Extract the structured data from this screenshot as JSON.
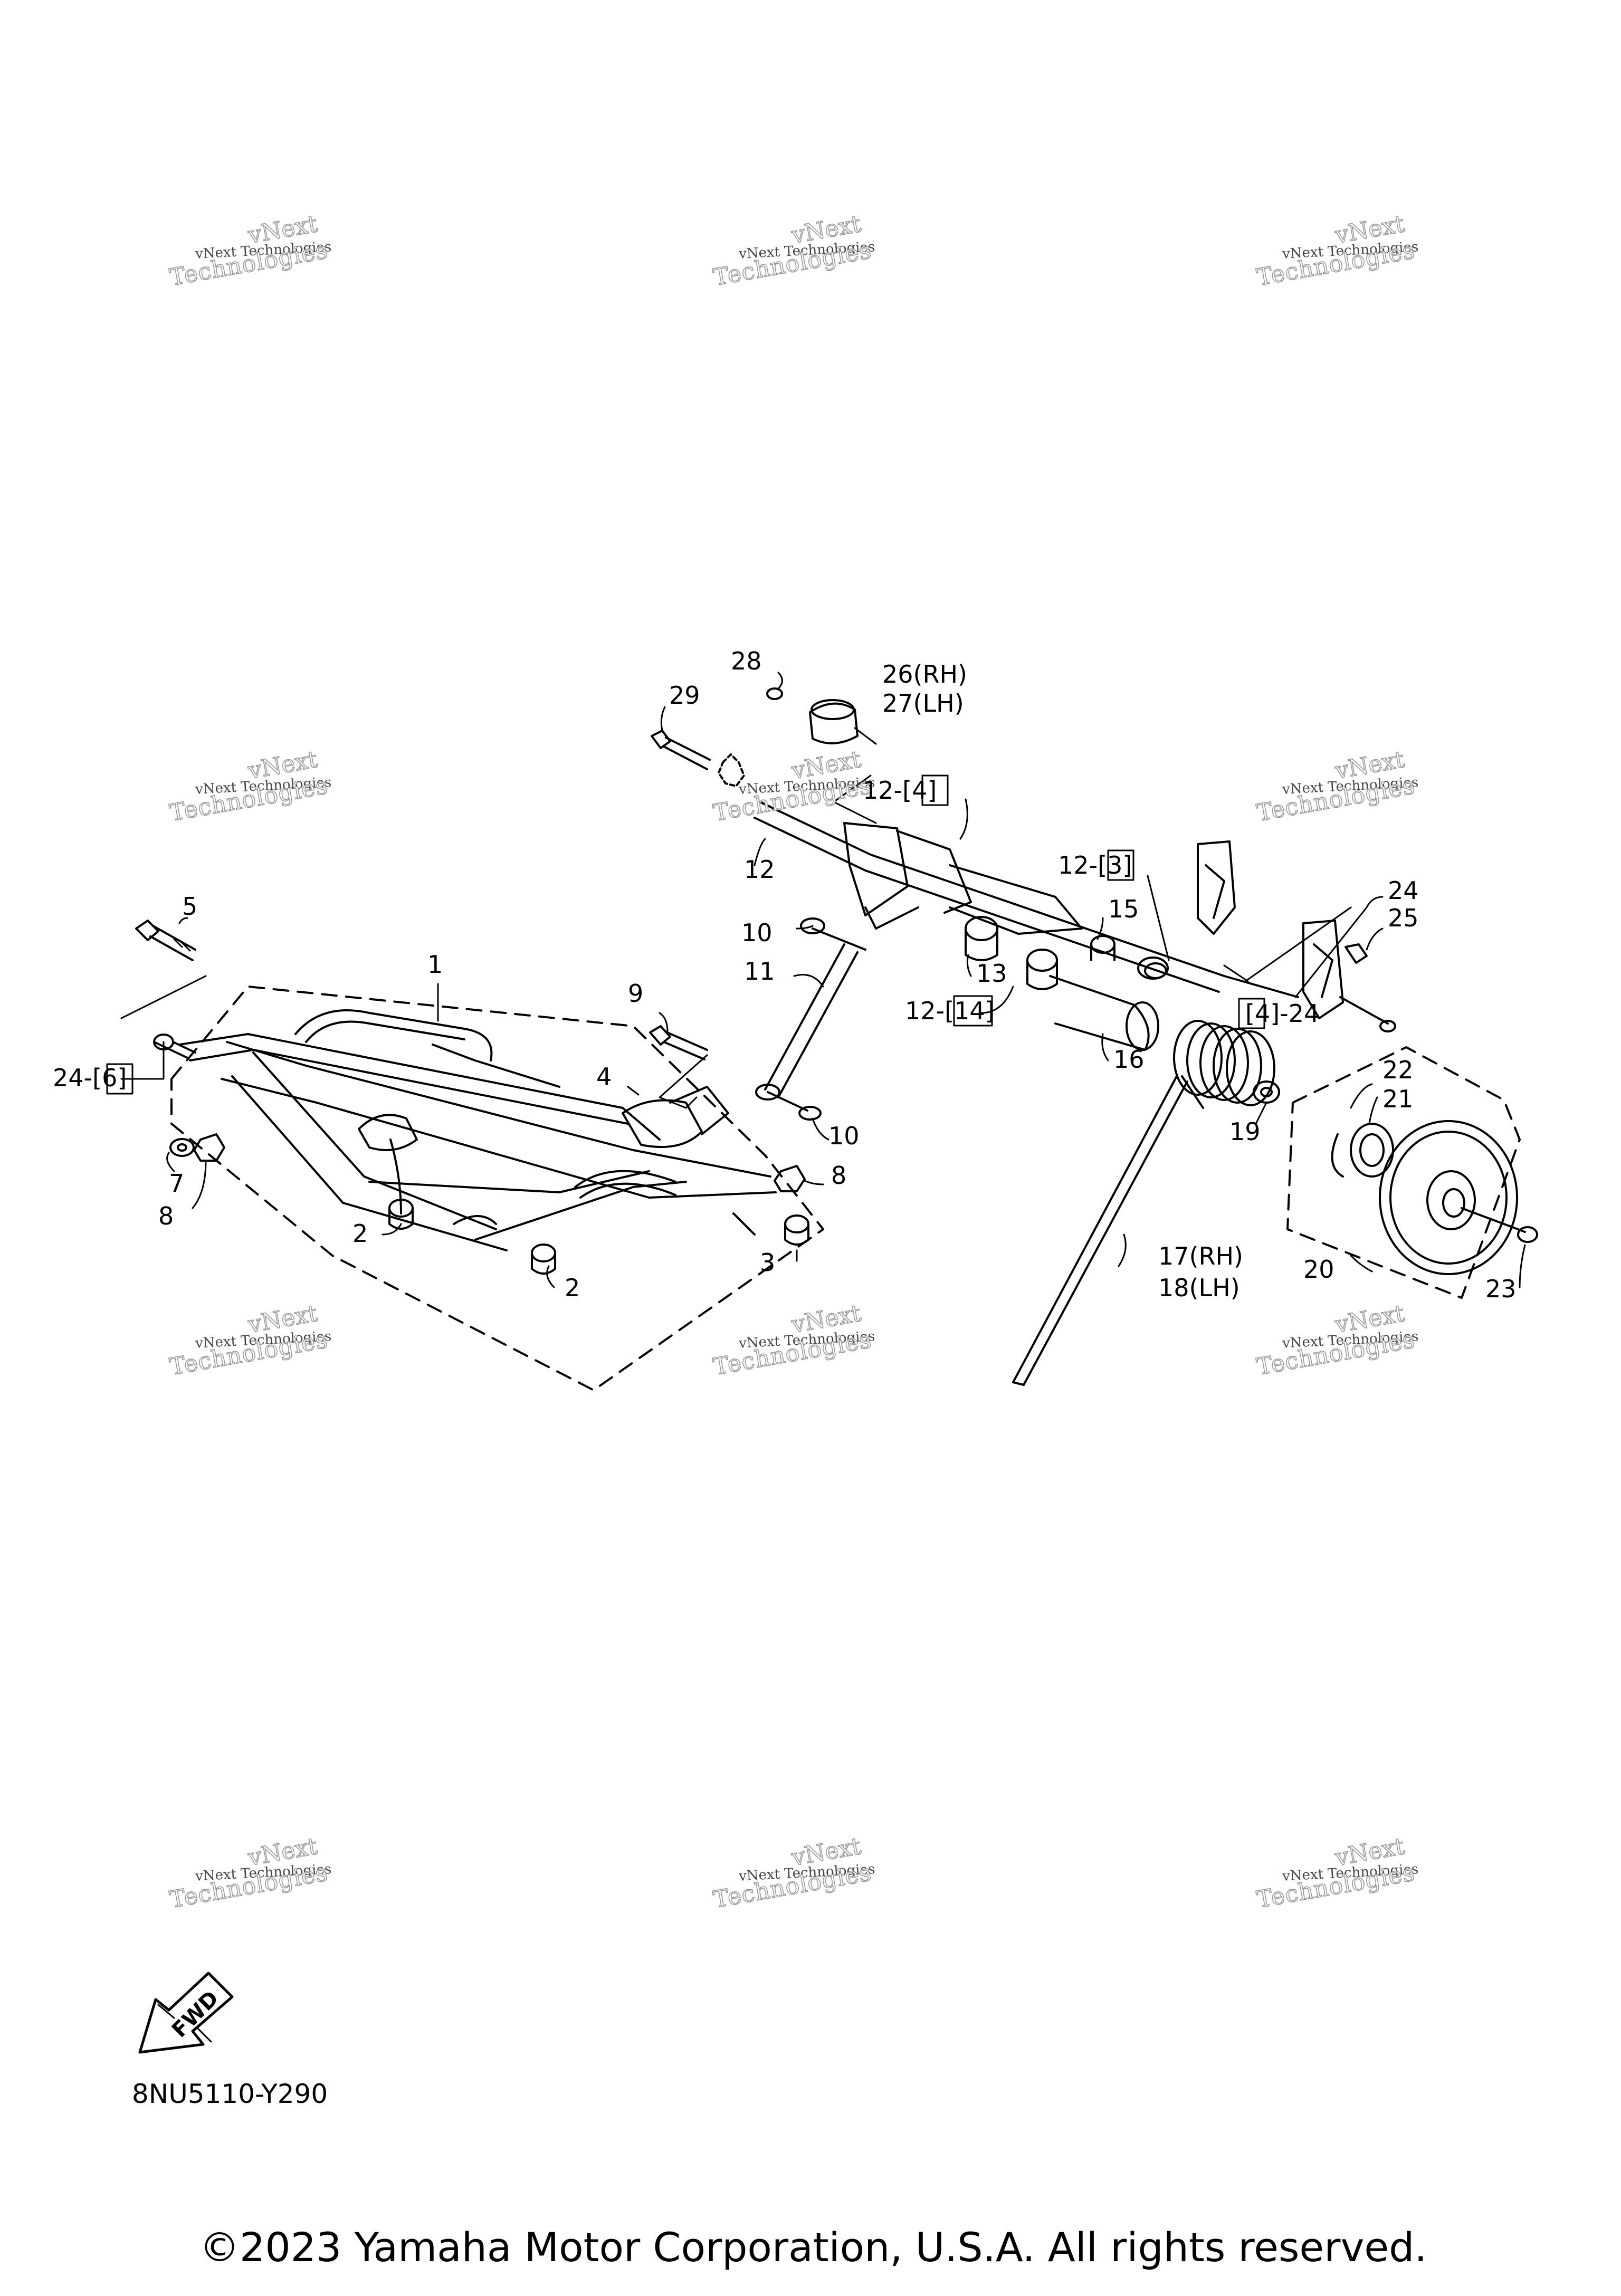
{
  "diagram": {
    "reference_code": "8NU5110-Y290",
    "copyright": "©2023 Yamaha Motor Corporation, U.S.A. All rights reserved.",
    "fwd_label": "FWD",
    "watermark": {
      "line1": "vNext Technologies",
      "line2": "Technologies",
      "line3": "vNext"
    },
    "callouts": {
      "c1": "1",
      "c2a": "2",
      "c2b": "2",
      "c3": "3",
      "c4a": "4",
      "c5": "5",
      "c6": "24-[6]",
      "c7": "7",
      "c8a": "8",
      "c8b": "8",
      "c9": "9",
      "c10a": "10",
      "c10b": "10",
      "c11": "11",
      "c12": "12",
      "c12_4": "12-[4]",
      "c12_3": "12-[3]",
      "c12_14": "12-[14]",
      "c13": "13",
      "c15": "15",
      "c16": "16",
      "c17": "17(RH)",
      "c18": "18(LH)",
      "c19": "19",
      "c20": "20",
      "c21": "21",
      "c22": "22",
      "c23": "23",
      "c24": "24",
      "c25": "25",
      "c4_24": "[4]-24",
      "c26": "26(RH)",
      "c27": "27(LH)",
      "c28": "28",
      "c29": "29"
    }
  }
}
